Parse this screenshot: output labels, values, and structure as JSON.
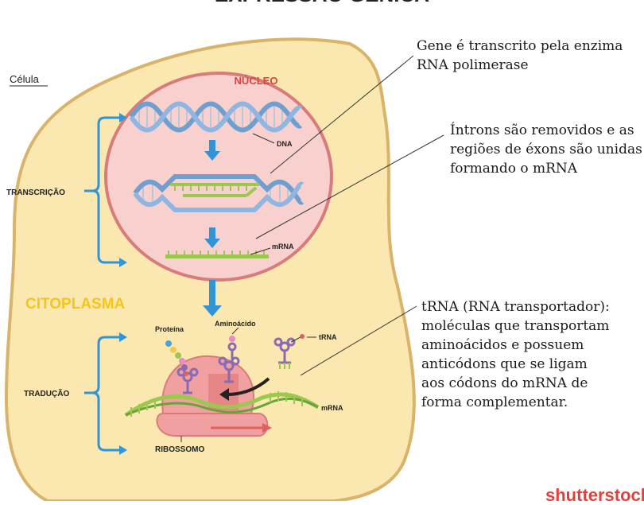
{
  "title": "EXPRESSÃO GÊNICA",
  "labels": {
    "cell": "Célula",
    "nucleus": "NÚCLEO",
    "cytoplasm": "CITOPLASMA",
    "transcription": "TRANSCRIÇÃO",
    "translation": "TRADUÇÃO",
    "dna": "DNA",
    "mrna_nucleus": "mRNA",
    "mrna_ribosome": "mRNA",
    "protein": "Proteína",
    "amino_acid": "Aminoácido",
    "trna": "tRNA",
    "ribosome": "RIBOSSOMO"
  },
  "notes": {
    "gene": [
      "Gene é transcrito pela enzima",
      "RNA polimerase"
    ],
    "introns": [
      "Íntrons são removidos e as",
      "regiões de éxons são unidas",
      "formando o mRNA"
    ],
    "trna": [
      "tRNA (RNA transportador):",
      "moléculas que transportam",
      "aminoácidos e possuem",
      "anticódons que se ligam",
      "aos códons do mRNA de",
      "forma complementar."
    ]
  },
  "watermark": "shutterstock",
  "colors": {
    "cytoplasm_fill": "#fbe8b0",
    "cell_border": "#d9b36a",
    "nucleus_fill": "#f8d1cf",
    "nucleus_border": "#d97b7b",
    "nucleus_label": "#d9453f",
    "cytoplasm_label": "#f5c518",
    "arrow_blue": "#2f95d6",
    "dna_blue": "#8fb6e0",
    "dna_green": "#9cc84f",
    "ribosome_fill": "#f0a0a0",
    "trna_purple": "#8a6bb3"
  }
}
